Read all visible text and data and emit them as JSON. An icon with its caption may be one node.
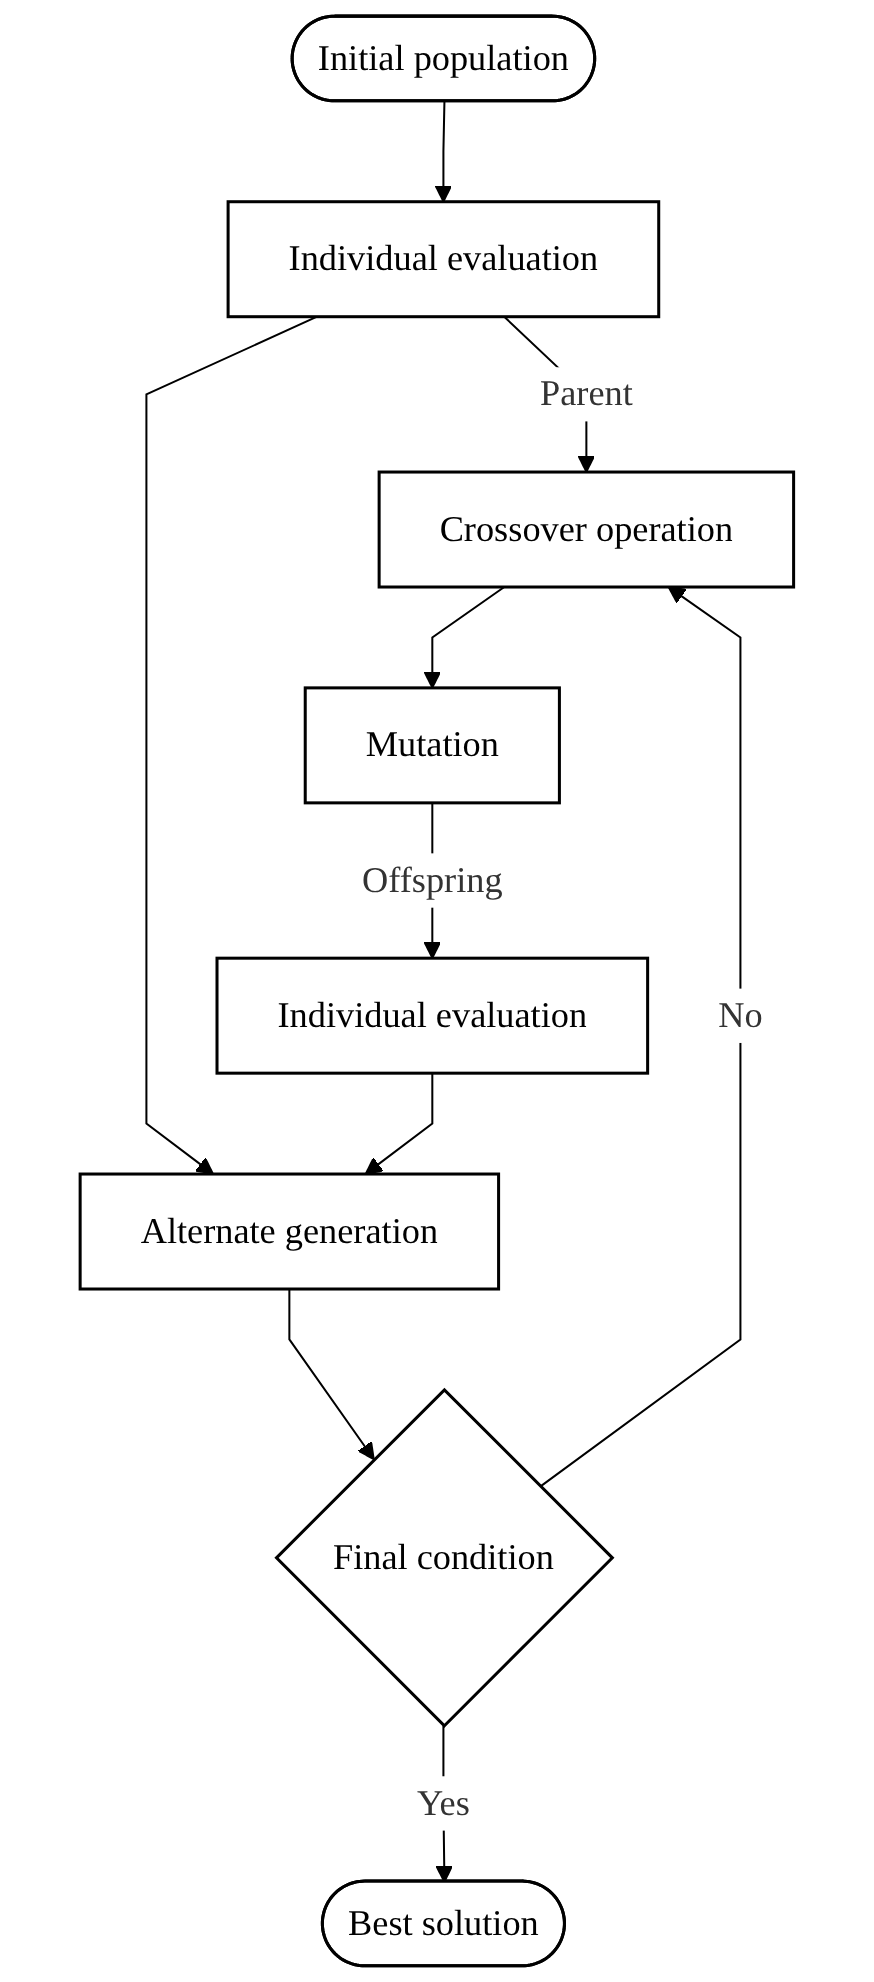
{
  "diagram": {
    "nodes": [
      {
        "text": [
          "Initial population"
        ]
      },
      {
        "text": [
          "Individual evaluation"
        ]
      },
      {
        "text": [
          "Crossover operation"
        ]
      },
      {
        "text": [
          "Mutation"
        ]
      },
      {
        "text": [
          "Individual evaluation"
        ]
      },
      {
        "text": [
          "Alternate generation"
        ]
      },
      {
        "text": [
          "Final condition"
        ]
      },
      {
        "text": [
          "Best solution"
        ]
      }
    ],
    "edges": [
      {
        "from": 0,
        "to": 1,
        "arrow": "to"
      },
      {
        "from": 1,
        "to": 2,
        "arrow": "to",
        "label": "Parent"
      },
      {
        "from": 1,
        "to": 5,
        "arrow": "to"
      },
      {
        "from": 2,
        "to": 3,
        "arrow": "to"
      },
      {
        "from": 3,
        "to": 4,
        "arrow": "to",
        "label": "Offspring"
      },
      {
        "from": 4,
        "to": 5,
        "arrow": "to"
      },
      {
        "from": 5,
        "to": 6,
        "arrow": "to"
      },
      {
        "from": 6,
        "to": 2,
        "arrow": "to",
        "label": "No"
      },
      {
        "from": 6,
        "to": 7,
        "arrow": "to",
        "label": "Yes"
      }
    ]
  }
}
